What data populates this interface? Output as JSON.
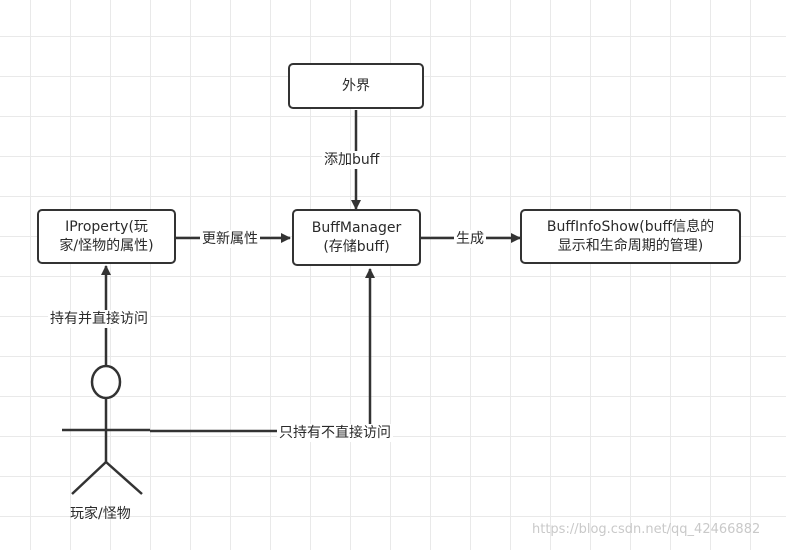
{
  "nodes": {
    "outside": "外界",
    "buff_manager": "BuffManager\n(存储buff)",
    "iproperty": "IProperty(玩\n家/怪物的属性)",
    "buff_info_show": "BuffInfoShow(buff信息的\n显示和生命周期的管理)",
    "actor_label": "玩家/怪物"
  },
  "edges": {
    "add_buff": "添加buff",
    "update_property": "更新属性",
    "generate": "生成",
    "hold_direct_access": "持有并直接访问",
    "hold_no_direct_access": "只持有不直接访问"
  },
  "watermark": "https://blog.csdn.net/qq_42466882",
  "colors": {
    "stroke": "#333333",
    "grid": "#e9e9e9",
    "watermark": "#c9c9c9"
  }
}
